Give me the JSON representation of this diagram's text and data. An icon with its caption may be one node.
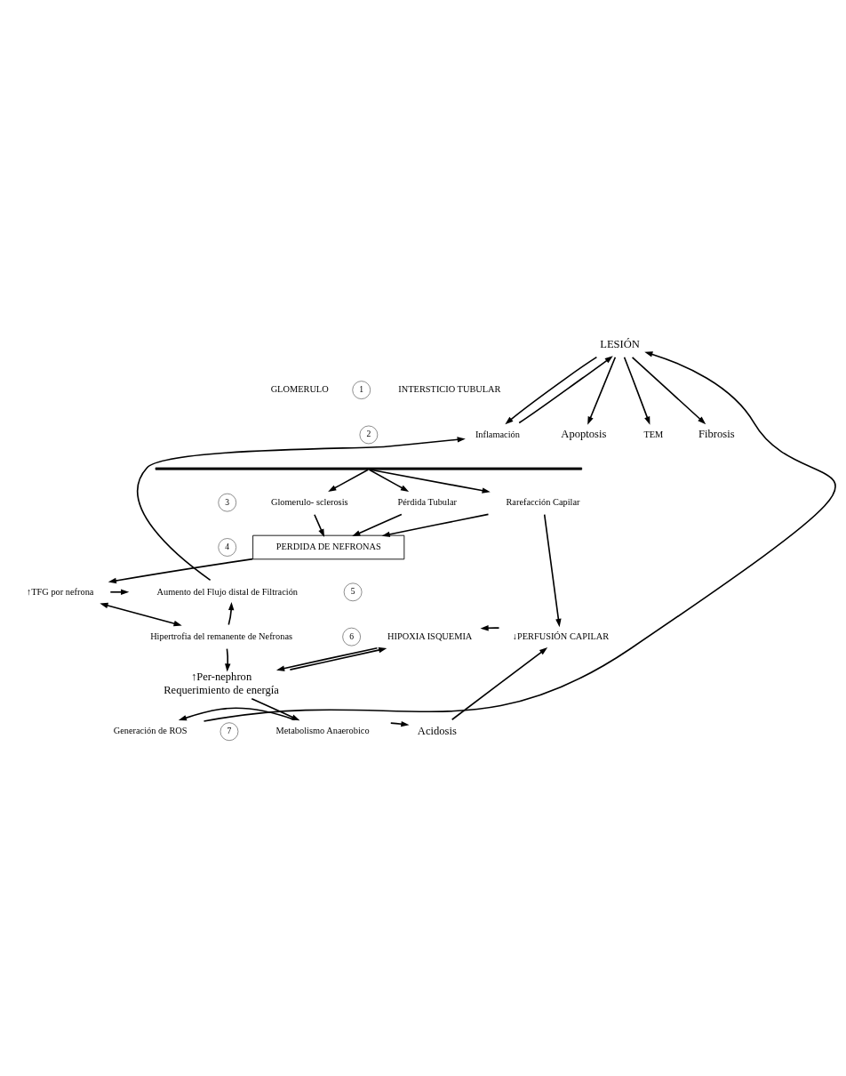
{
  "diagram": {
    "nodes": [
      {
        "text": [
          "LESIÓN"
        ]
      },
      {
        "text": [
          "GLOMERULO"
        ]
      },
      {
        "text": [
          "INTERSTICIO TUBULAR"
        ]
      },
      {
        "text": [
          "Inflamación"
        ]
      },
      {
        "text": [
          "Apoptosis"
        ]
      },
      {
        "text": [
          "TEM"
        ]
      },
      {
        "text": [
          "Fibrosis"
        ]
      },
      {
        "text": [],
        "shape": "bar"
      },
      {
        "text": [
          "Glomerulo- sclerosis"
        ]
      },
      {
        "text": [
          "Pérdida Tubular"
        ]
      },
      {
        "text": [
          "Rarefacción Capilar"
        ]
      },
      {
        "text": [
          "PERDIDA DE NEFRONAS"
        ]
      },
      {
        "text": [
          "Aumento del Flujo distal de Filtración"
        ]
      },
      {
        "text": [
          "↑TFG por nefrona"
        ]
      },
      {
        "text": [
          "Hipertrofia del remanente de Nefronas"
        ]
      },
      {
        "text": [
          "HIPOXIA ISQUEMIA"
        ]
      },
      {
        "text": [
          "↓PERFUSIÓN CAPILAR"
        ]
      },
      {
        "text": [
          "↑Per-nephron",
          "Requerimiento de energía"
        ]
      },
      {
        "text": [
          "Generación de ROS"
        ]
      },
      {
        "text": [
          "Metabolismo Anaerobico"
        ]
      },
      {
        "text": [
          "Acidosis"
        ]
      },
      {
        "text": [
          "1"
        ]
      },
      {
        "text": [
          "2"
        ]
      },
      {
        "text": [
          "3"
        ]
      },
      {
        "text": [
          "4"
        ]
      },
      {
        "text": [
          "5"
        ]
      },
      {
        "text": [
          "6"
        ]
      },
      {
        "text": [
          "7"
        ]
      }
    ],
    "edges": [
      {
        "from": 0,
        "to": 3,
        "arrow": "to"
      },
      {
        "from": 0,
        "to": 4,
        "arrow": "to"
      },
      {
        "from": 0,
        "to": 5,
        "arrow": "to"
      },
      {
        "from": 0,
        "to": 6,
        "arrow": "to"
      },
      {
        "from": 3,
        "to": 0,
        "arrow": "to"
      },
      {
        "from": 18,
        "to": 0,
        "arrow": "to"
      },
      {
        "from": 7,
        "to": 8,
        "arrow": "to"
      },
      {
        "from": 7,
        "to": 9,
        "arrow": "to"
      },
      {
        "from": 7,
        "to": 10,
        "arrow": "to"
      },
      {
        "from": 8,
        "to": 11,
        "arrow": "to"
      },
      {
        "from": 9,
        "to": 11,
        "arrow": "to"
      },
      {
        "from": 10,
        "to": 11,
        "arrow": "to"
      },
      {
        "from": 11,
        "to": 13,
        "arrow": "to"
      },
      {
        "from": 13,
        "to": 12,
        "arrow": "to"
      },
      {
        "from": 13,
        "to": 14,
        "arrow": "both"
      },
      {
        "from": 14,
        "to": 12,
        "arrow": "to"
      },
      {
        "from": 14,
        "to": 17,
        "arrow": "to"
      },
      {
        "from": 17,
        "to": 15,
        "arrow": "to"
      },
      {
        "from": 15,
        "to": 17,
        "arrow": "to"
      },
      {
        "from": 10,
        "to": 16,
        "arrow": "to"
      },
      {
        "from": 16,
        "to": 15,
        "arrow": "to"
      },
      {
        "from": 17,
        "to": 19,
        "arrow": "to"
      },
      {
        "from": 19,
        "to": 18,
        "arrow": "to"
      },
      {
        "from": 19,
        "to": 20,
        "arrow": "to"
      },
      {
        "from": 20,
        "to": 16,
        "arrow": "to"
      },
      {
        "from": 12,
        "to": 3,
        "arrow": "to"
      }
    ]
  }
}
